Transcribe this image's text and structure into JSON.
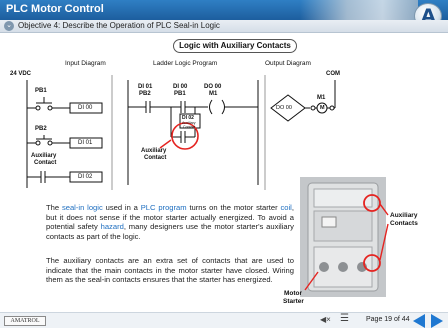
{
  "header": {
    "title": "PLC Motor Control"
  },
  "objective": {
    "text": "Objective 4: Describe the Operation of PLC Seal-in Logic"
  },
  "diagram": {
    "title": "Logic with Auxiliary Contacts",
    "col_input": "Input Diagram",
    "col_ladder": "Ladder Logic Program",
    "col_output": "Output Diagram",
    "supply": "24 VDC",
    "com": "COM",
    "pb1": "PB1",
    "pb2": "PB2",
    "di00": "DI 00",
    "di01": "DI 01",
    "di02": "DI 02",
    "aux1": "Auxiliary",
    "aux2": "Contact",
    "l_di01": "DI 01",
    "l_pb2": "PB2",
    "l_di00": "DI 00",
    "l_pb1": "PB1",
    "l_do00": "DO 00",
    "l_m1": "M1",
    "l_di02": "DI 02",
    "l_aux_small1": "Auxiliary",
    "l_aux_small2": "Contact",
    "l_auxc1": "Auxiliary",
    "l_auxc2": "Contact",
    "o_do00": "DO 00",
    "o_m1": "M1",
    "o_m": "M"
  },
  "paragraphs": {
    "p1_a": "The ",
    "p1_link1": "seal-in logic",
    "p1_b": " used in a ",
    "p1_link2": "PLC program",
    "p1_c": " turns on the motor starter ",
    "p1_link3": "coil",
    "p1_d": ", but it does not sense if the motor starter actually energized. To avoid a potential safety ",
    "p1_link4": "hazard",
    "p1_e": ", many designers use the motor starter's auxiliary contacts as part of the logic.",
    "p2": "The auxiliary contacts are an extra set of contacts that are used to indicate that the main contacts in the motor starter have closed. Wiring them as the seal-in contacts ensures that the starter has energized."
  },
  "photo": {
    "callout_aux1": "Auxiliary",
    "callout_aux2": "Contacts",
    "callout_motor1": "Motor",
    "callout_motor2": "Starter"
  },
  "footer": {
    "brand": "AMATROL",
    "speaker_icon": "◀×",
    "menu_icon": "☰",
    "page": "Page 19 of 44"
  }
}
